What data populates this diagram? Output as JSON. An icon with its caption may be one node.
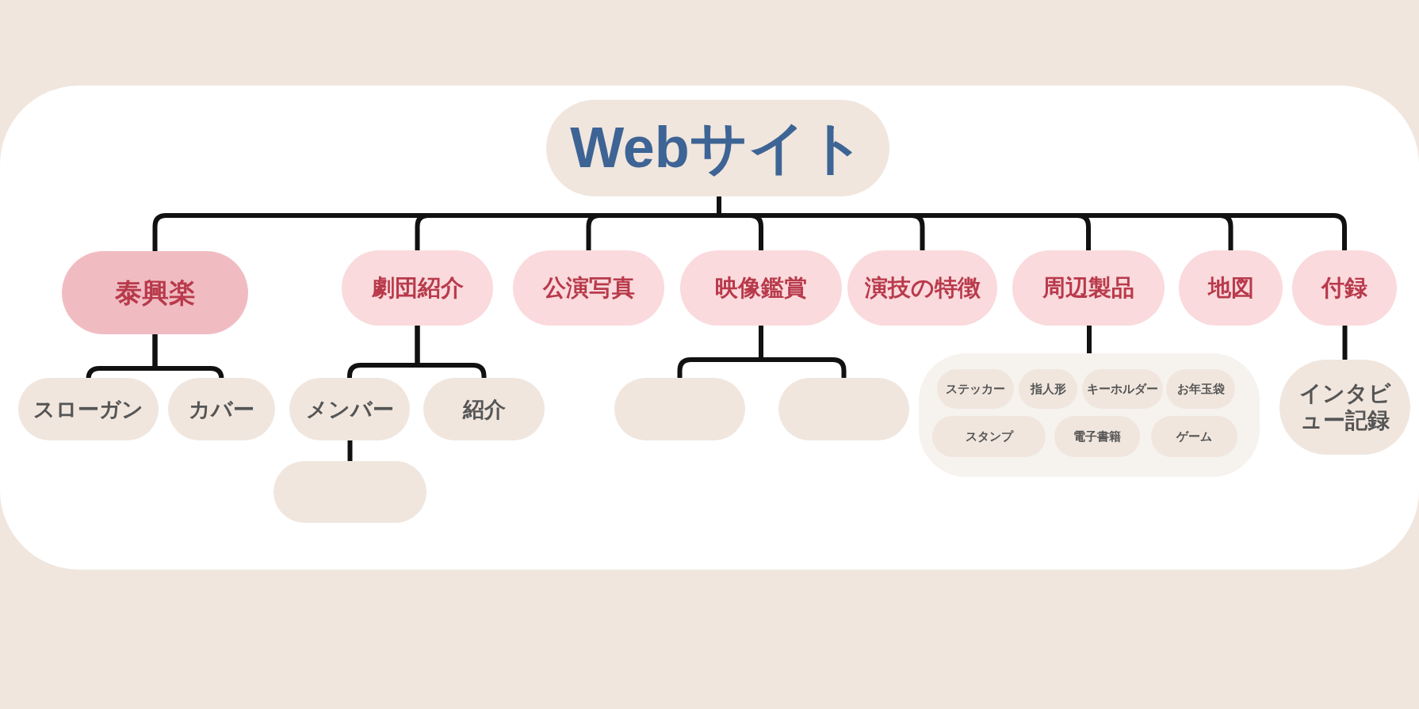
{
  "diagram": {
    "nodes": [
      {
        "text": [
          "Webサイト"
        ]
      },
      {
        "text": [
          "泰興楽"
        ]
      },
      {
        "text": [
          "劇団紹介"
        ]
      },
      {
        "text": [
          "公演写真"
        ]
      },
      {
        "text": [
          "映像鑑賞"
        ]
      },
      {
        "text": [
          "演技の特徴"
        ]
      },
      {
        "text": [
          "周辺製品"
        ]
      },
      {
        "text": [
          "地図"
        ]
      },
      {
        "text": [
          "付録"
        ]
      },
      {
        "text": [
          "スローガン"
        ]
      },
      {
        "text": [
          "カバー"
        ]
      },
      {
        "text": [
          "メンバー"
        ]
      },
      {
        "text": [
          "紹介"
        ]
      },
      {
        "text": [],
        "shape": "ellipse"
      },
      {
        "text": [],
        "shape": "ellipse"
      },
      {
        "text": [],
        "shape": "ellipse"
      },
      {
        "text": [],
        "shape": "box"
      },
      {
        "text": [
          "ステッカー"
        ],
        "in": 16
      },
      {
        "text": [
          "指人形"
        ],
        "in": 16
      },
      {
        "text": [
          "キーホルダー"
        ],
        "in": 16
      },
      {
        "text": [
          "お年玉袋"
        ],
        "in": 16
      },
      {
        "text": [
          "スタンプ"
        ],
        "in": 16
      },
      {
        "text": [
          "電子書籍"
        ],
        "in": 16
      },
      {
        "text": [
          "ゲーム"
        ],
        "in": 16
      },
      {
        "text": [
          "インタビュー記録"
        ]
      }
    ],
    "edges": [
      {
        "from": 0,
        "to": 1,
        "arrow": "none"
      },
      {
        "from": 0,
        "to": 2,
        "arrow": "none"
      },
      {
        "from": 0,
        "to": 3,
        "arrow": "none"
      },
      {
        "from": 0,
        "to": 4,
        "arrow": "none"
      },
      {
        "from": 0,
        "to": 5,
        "arrow": "none"
      },
      {
        "from": 0,
        "to": 6,
        "arrow": "none"
      },
      {
        "from": 0,
        "to": 7,
        "arrow": "none"
      },
      {
        "from": 0,
        "to": 8,
        "arrow": "none"
      },
      {
        "from": 1,
        "to": 9,
        "arrow": "none"
      },
      {
        "from": 1,
        "to": 10,
        "arrow": "none"
      },
      {
        "from": 2,
        "to": 11,
        "arrow": "none"
      },
      {
        "from": 2,
        "to": 12,
        "arrow": "none"
      },
      {
        "from": 11,
        "to": 13,
        "arrow": "none"
      },
      {
        "from": 4,
        "to": 14,
        "arrow": "none"
      },
      {
        "from": 4,
        "to": 15,
        "arrow": "none"
      },
      {
        "from": 6,
        "to": 16,
        "arrow": "none"
      },
      {
        "from": 8,
        "to": 24,
        "arrow": "none"
      }
    ]
  }
}
